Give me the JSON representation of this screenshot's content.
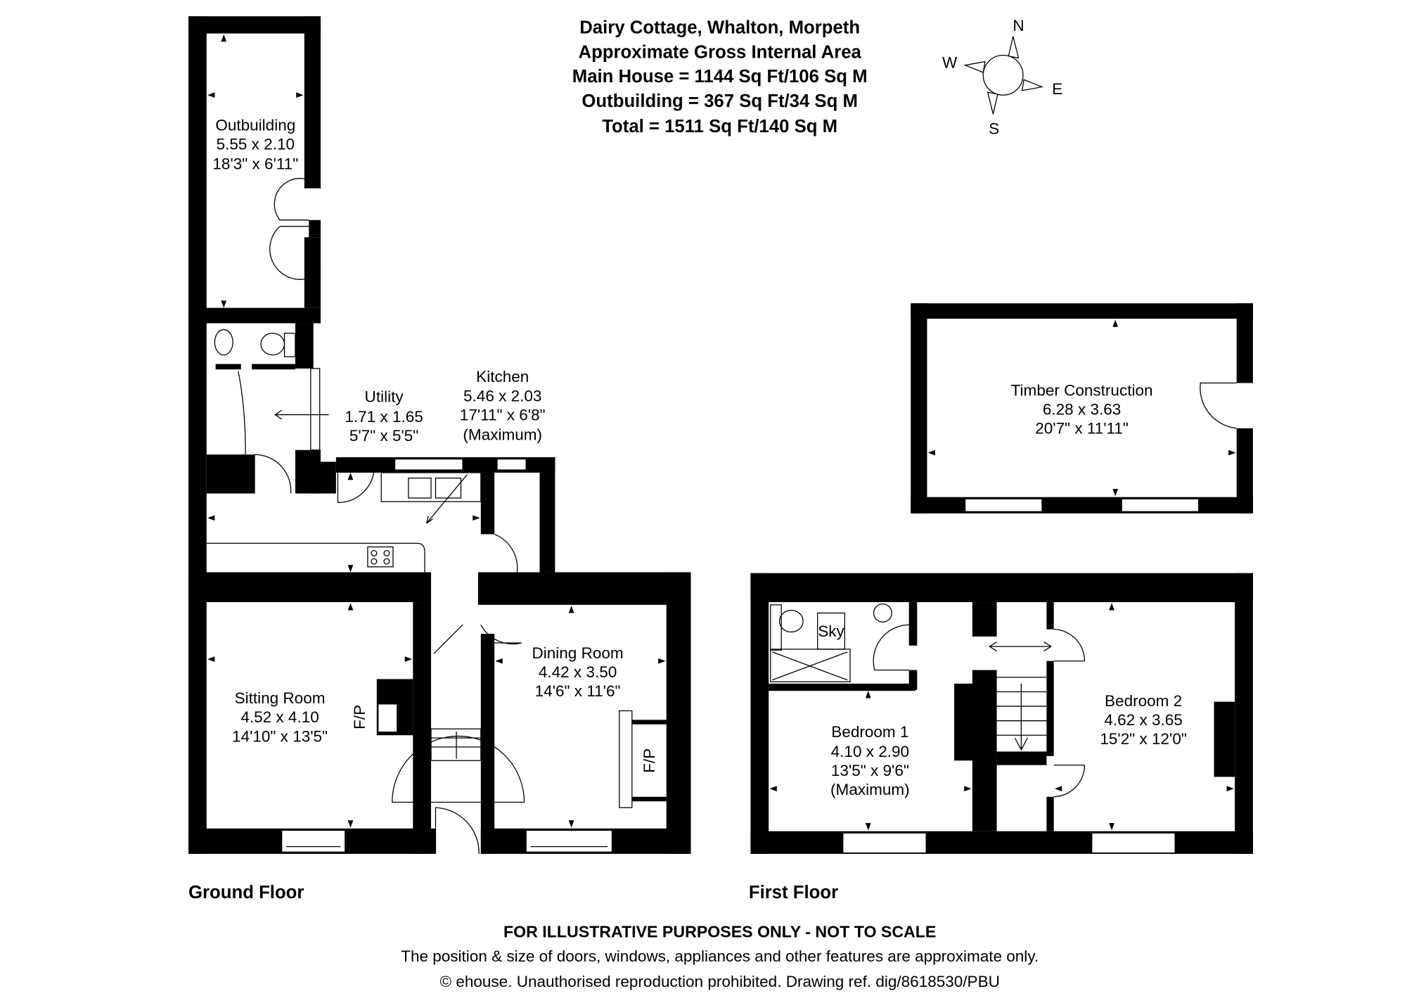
{
  "header": {
    "title": "Dairy Cottage, Whalton, Morpeth",
    "subtitle": "Approximate Gross Internal Area",
    "main_house": "Main House = 1144 Sq Ft/106 Sq M",
    "outbuilding": "Outbuilding = 367 Sq Ft/34 Sq M",
    "total": "Total = 1511 Sq Ft/140 Sq M"
  },
  "compass": {
    "n": "N",
    "s": "S",
    "e": "E",
    "w": "W"
  },
  "rooms": {
    "outbuilding": {
      "name": "Outbuilding",
      "metric": "5.55 x 2.10",
      "imperial": "18'3\" x 6'11\""
    },
    "utility": {
      "name": "Utility",
      "metric": "1.71 x 1.65",
      "imperial": "5'7\" x 5'5\""
    },
    "kitchen": {
      "name": "Kitchen",
      "metric": "5.46 x 2.03",
      "imperial": "17'11\" x 6'8\"",
      "note": "(Maximum)"
    },
    "sitting": {
      "name": "Sitting Room",
      "metric": "4.52 x 4.10",
      "imperial": "14'10\" x 13'5\"",
      "fp": "F/P"
    },
    "dining": {
      "name": "Dining Room",
      "metric": "4.42 x 3.50",
      "imperial": "14'6\" x 11'6\"",
      "fp": "F/P"
    },
    "timber": {
      "name": "Timber Construction",
      "metric": "6.28 x 3.63",
      "imperial": "20'7\" x 11'11\""
    },
    "bedroom1": {
      "name": "Bedroom 1",
      "metric": "4.10 x 2.90",
      "imperial": "13'5\" x 9'6\"",
      "note": "(Maximum)"
    },
    "bedroom2": {
      "name": "Bedroom 2",
      "metric": "4.62 x 3.65",
      "imperial": "15'2\" x 12'0\""
    },
    "bathroom": {
      "sky": "Sky"
    }
  },
  "floors": {
    "ground": "Ground Floor",
    "first": "First Floor"
  },
  "footer": {
    "disclaimer": "FOR ILLUSTRATIVE PURPOSES ONLY - NOT TO SCALE",
    "note": "The position & size of doors, windows, appliances and other features are approximate only.",
    "copyright": "© ehouse. Unauthorised reproduction prohibited. Drawing ref. dig/8618530/PBU"
  }
}
